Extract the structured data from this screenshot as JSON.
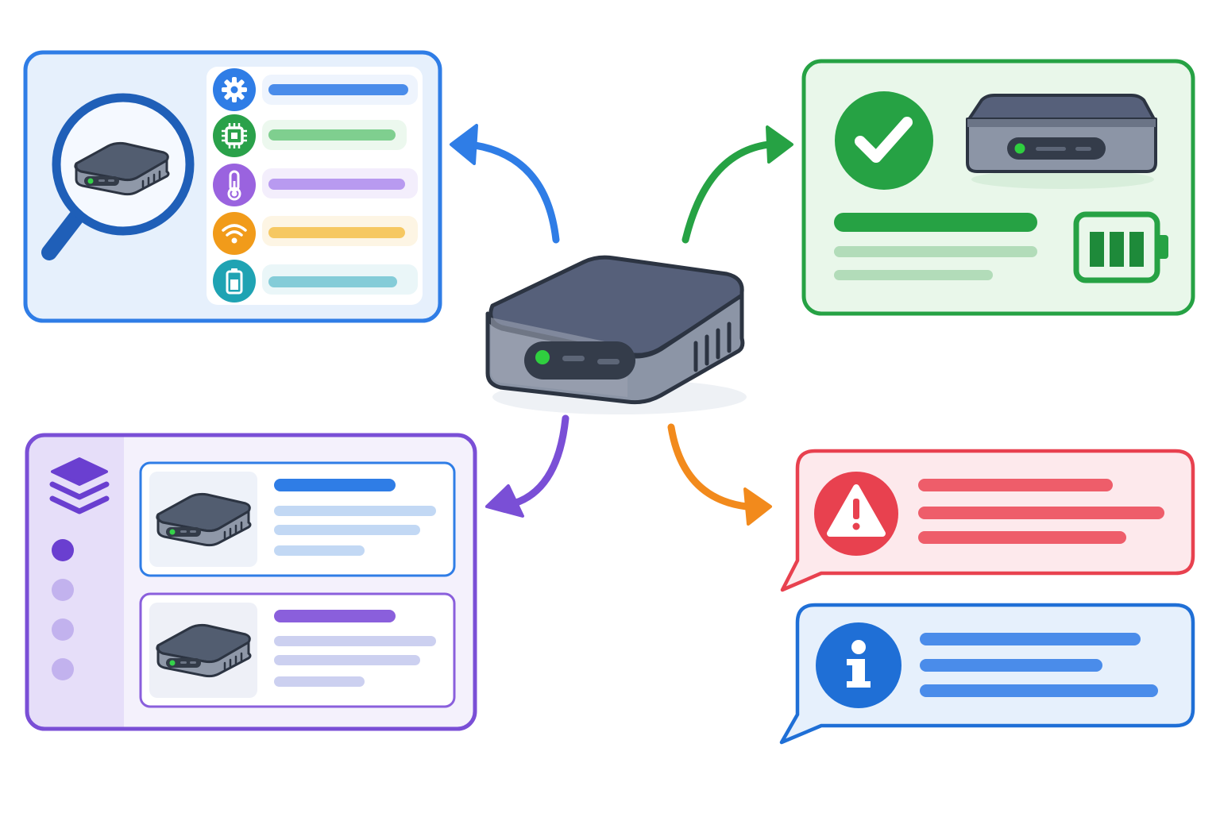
{
  "hub": {
    "name": "central-device",
    "led_color": "#2fcf3f"
  },
  "colors": {
    "blue": "#2f7de6",
    "green": "#26a244",
    "purple": "#7a4fd6",
    "orange": "#f28a1c",
    "red": "#e8414f",
    "info_blue": "#1f6fd6",
    "device_dark": "#3f4b5e",
    "device_side": "#8a93a3"
  },
  "inspect_panel": {
    "magnifier_icon": "magnifier-icon",
    "rows": [
      {
        "icon": "gear-icon",
        "color": "#2f7de6",
        "bar_color": "#4a8cea"
      },
      {
        "icon": "chip-icon",
        "color": "#2aa14a",
        "bar_color": "#7fcf8f"
      },
      {
        "icon": "thermometer-icon",
        "color": "#9a63df",
        "bar_color": "#b89af0"
      },
      {
        "icon": "wifi-icon",
        "color": "#f19b1a",
        "bar_color": "#f6c862"
      },
      {
        "icon": "battery-icon",
        "color": "#1fa3b3",
        "bar_color": "#84ccd8"
      }
    ]
  },
  "status_panel": {
    "check_icon": "check-circle-icon",
    "battery_icon": "battery-full-icon",
    "battery_level": 1.0
  },
  "list_panel": {
    "layers_icon": "layers-icon",
    "nav_dots": 4,
    "active_dot": 0,
    "cards": [
      {
        "accent": "#2f7de6",
        "selected": true
      },
      {
        "accent": "#8a5fdc",
        "selected": false
      }
    ]
  },
  "alerts": [
    {
      "type": "warning",
      "icon": "warning-triangle-icon",
      "color": "#e8414f"
    },
    {
      "type": "info",
      "icon": "info-icon",
      "color": "#1f6fd6"
    }
  ]
}
